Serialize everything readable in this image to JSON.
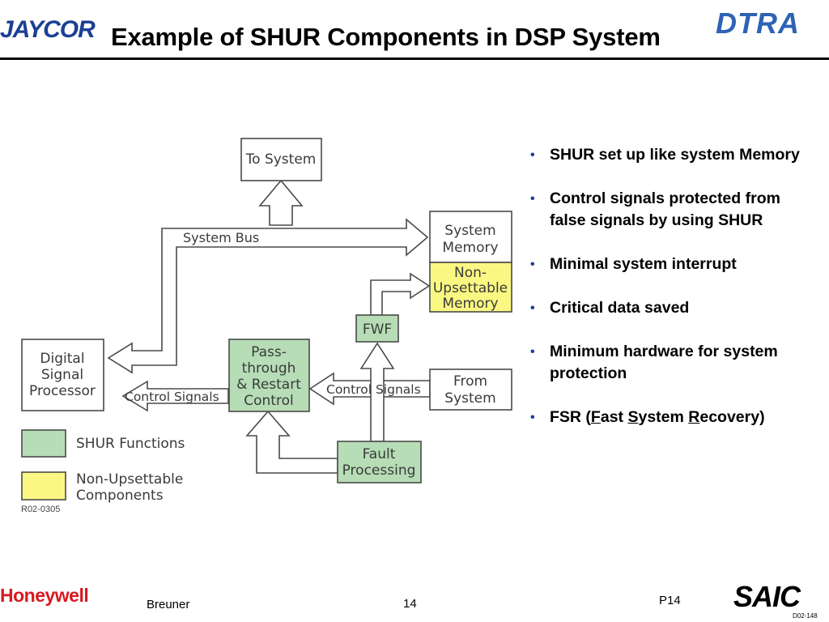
{
  "header": {
    "title": "Example of SHUR Components in DSP System",
    "logo_left": "JAYCOR",
    "logo_right": "DTRA"
  },
  "diagram": {
    "to_system": "To System",
    "system_memory_1": "System",
    "system_memory_2": "Memory",
    "non_upsettable_1": "Non-",
    "non_upsettable_2": "Upsettable",
    "non_upsettable_3": "Memory",
    "fwf": "FWF",
    "dsp_1": "Digital",
    "dsp_2": "Signal",
    "dsp_3": "Processor",
    "passthrough_1": "Pass-",
    "passthrough_2": "through",
    "passthrough_3": "& Restart",
    "passthrough_4": "Control",
    "from_system_1": "From",
    "from_system_2": "System",
    "fault_1": "Fault",
    "fault_2": "Processing",
    "system_bus": "System Bus",
    "control_signals_left": "Control Signals",
    "control_signals_right": "Control Signals",
    "legend_shur": "SHUR Functions",
    "legend_nonup_1": "Non-Upsettable",
    "legend_nonup_2": "Components",
    "figure_code": "R02-0305",
    "colors": {
      "shur": "#b6ddb6",
      "non_upsettable": "#fbf783"
    }
  },
  "bullets": {
    "b1": "SHUR set up like system Memory",
    "b2": "Control signals protected from false signals by using SHUR",
    "b3": "Minimal system interrupt",
    "b4": "Critical data saved",
    "b5": "Minimum hardware for system protection",
    "b6_pre": "FSR (",
    "b6_f": "F",
    "b6_mid1": "ast ",
    "b6_s": "S",
    "b6_mid2": "ystem ",
    "b6_r": "R",
    "b6_post": "ecovery)"
  },
  "footer": {
    "company_left": "Honeywell",
    "author": "Breuner",
    "page": "14",
    "page_code": "P14",
    "company_right": "SAIC",
    "doc_code": "D02-148"
  }
}
